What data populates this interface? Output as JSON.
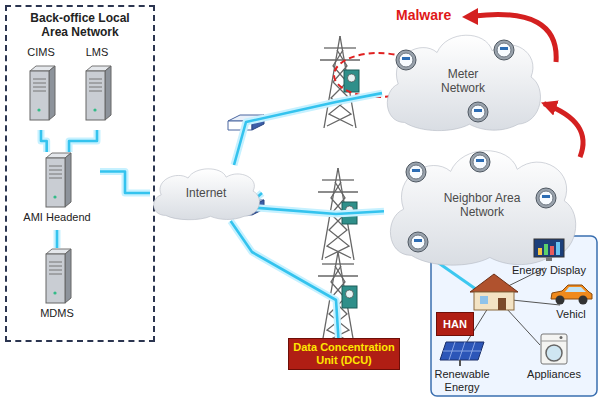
{
  "diagram": {
    "nodes": [
      {
        "text": [
          "Back-office Local Area Network"
        ]
      },
      {
        "text": [
          "CIMS"
        ],
        "in": 0
      },
      {
        "text": [
          "LMS"
        ],
        "in": 0
      },
      {
        "text": [
          "AMI Headend"
        ],
        "in": 0
      },
      {
        "text": [
          "MDMS"
        ],
        "in": 0
      },
      {
        "text": [
          "Internet"
        ]
      },
      {
        "text": [
          "Meter Network"
        ]
      },
      {
        "text": [
          "Neighbor Area Network"
        ]
      },
      {
        "text": [
          "Data Concentration Unit (DCU)"
        ]
      },
      {
        "text": [
          "HAN"
        ]
      },
      {
        "text": [
          "Energy Display"
        ]
      },
      {
        "text": [
          "Vehicl"
        ]
      },
      {
        "text": [
          "Renewable Energy"
        ]
      },
      {
        "text": [
          "Appliances"
        ]
      }
    ],
    "edges": [
      {
        "from": 1,
        "to": 3,
        "arrow": "none"
      },
      {
        "from": 2,
        "to": 3,
        "arrow": "none"
      },
      {
        "from": 3,
        "to": 4,
        "arrow": "none"
      },
      {
        "from": 3,
        "to": 5,
        "arrow": "none"
      },
      {
        "from": 5,
        "to": 6,
        "arrow": "none"
      },
      {
        "from": 5,
        "to": 7,
        "arrow": "none"
      },
      {
        "from": 5,
        "to": 8,
        "arrow": "none"
      },
      {
        "from": 7,
        "to": 6,
        "arrow": "to"
      }
    ],
    "labels": [
      "Malware"
    ]
  }
}
